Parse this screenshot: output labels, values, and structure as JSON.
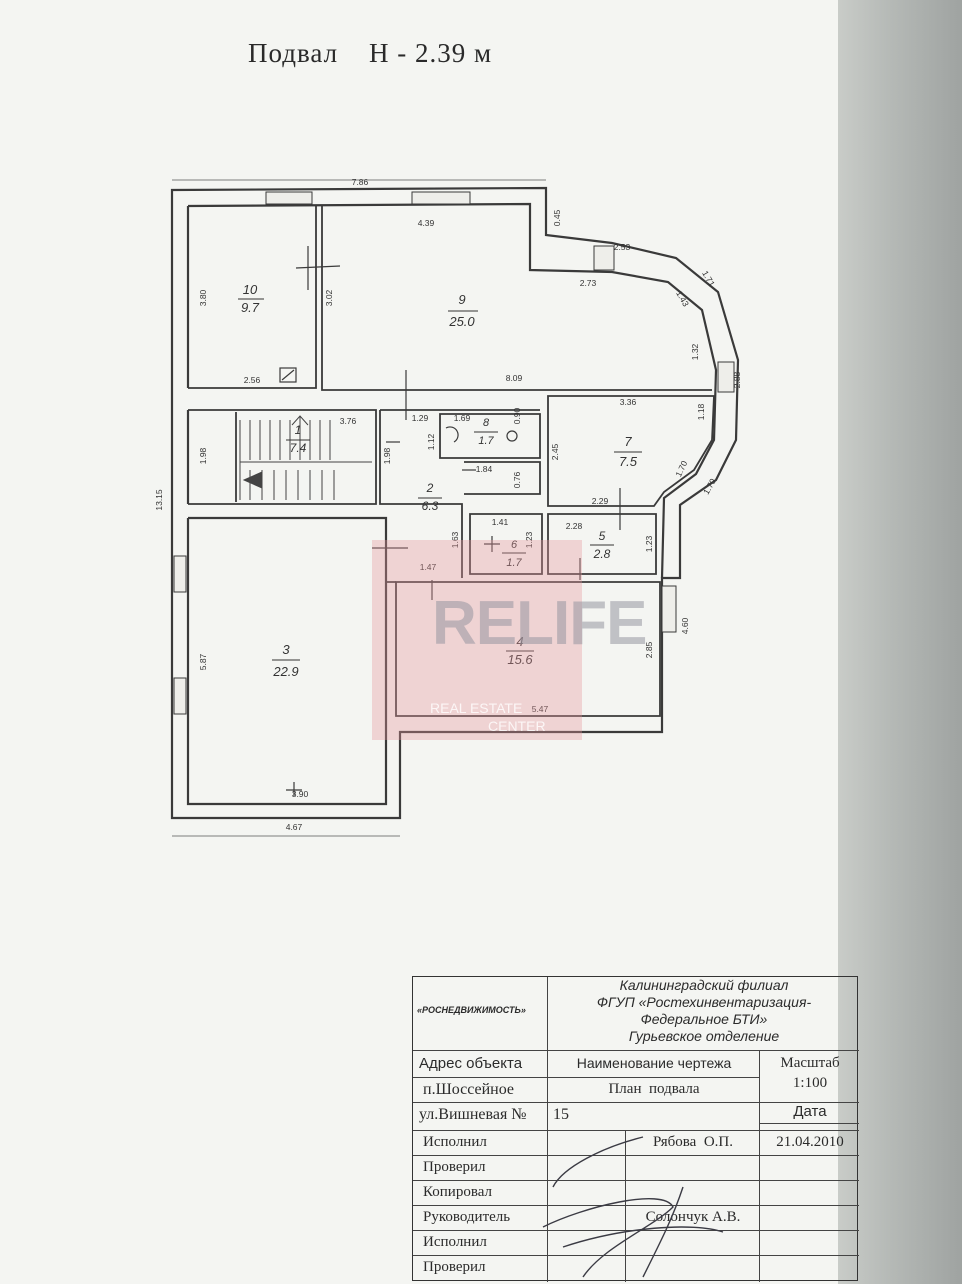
{
  "title": {
    "text": "Подвал    Н - 2.39 м"
  },
  "rooms": [
    {
      "no": "1",
      "area": "7.4"
    },
    {
      "no": "2",
      "area": "6.3"
    },
    {
      "no": "3",
      "area": "22.9"
    },
    {
      "no": "4",
      "area": "15.6"
    },
    {
      "no": "5",
      "area": "2.8"
    },
    {
      "no": "6",
      "area": "1.7"
    },
    {
      "no": "7",
      "area": "7.5"
    },
    {
      "no": "8",
      "area": "1.7"
    },
    {
      "no": "9",
      "area": "25.0"
    },
    {
      "no": "10",
      "area": "9.7"
    }
  ],
  "dimensions": [
    "7.86",
    "4.39",
    "0.45",
    "2.53",
    "2.73",
    "1.71",
    "1.43",
    "1.32",
    "2.88",
    "3.80",
    "3.02",
    "2.56",
    "8.09",
    "3.36",
    "1.18",
    "1.70",
    "1.29",
    "1.69",
    "0.90",
    "1.12",
    "1.84",
    "0.76",
    "3.76",
    "1.98",
    "1.98",
    "2.45",
    "1.70",
    "2.29",
    "1.63",
    "1.41",
    "1.23",
    "2.28",
    "1.23",
    "13.15",
    "1.47",
    "5.87",
    "4.60",
    "2.85",
    "5.47",
    "3.90",
    "4.67"
  ],
  "watermark": {
    "logo": "RELIFE",
    "line1": "REAL ESTATE",
    "line2": "CENTER"
  },
  "title_block": {
    "agency": "«РОСНЕДВИЖИМОСТЬ»",
    "org_line1": "Калининградский филиал",
    "org_line2": "ФГУП «Ростехинвентаризация-",
    "org_line3": "Федеральное БТИ»",
    "org_line4": "Гурьевское отделение",
    "address_header": "Адрес объекта",
    "drawing_name_header": "Наименование чертежа",
    "scale_header": "Масштаб",
    "scale_value": "1:100",
    "settlement": "п.Шоссейное",
    "drawing_name": "План  подвала",
    "street": "ул.Вишневая №",
    "house_no": "15",
    "date_header": "Дата",
    "rows": [
      {
        "role": "Исполнил",
        "name": "Рябова  О.П.",
        "date": "21.04.2010"
      },
      {
        "role": "Проверил",
        "name": "",
        "date": ""
      },
      {
        "role": "Копировал",
        "name": "",
        "date": ""
      },
      {
        "role": "Руководитель",
        "name": "Солончук А.В.",
        "date": ""
      },
      {
        "role": "Исполнил",
        "name": "",
        "date": ""
      },
      {
        "role": "Проверил",
        "name": "",
        "date": ""
      }
    ]
  }
}
